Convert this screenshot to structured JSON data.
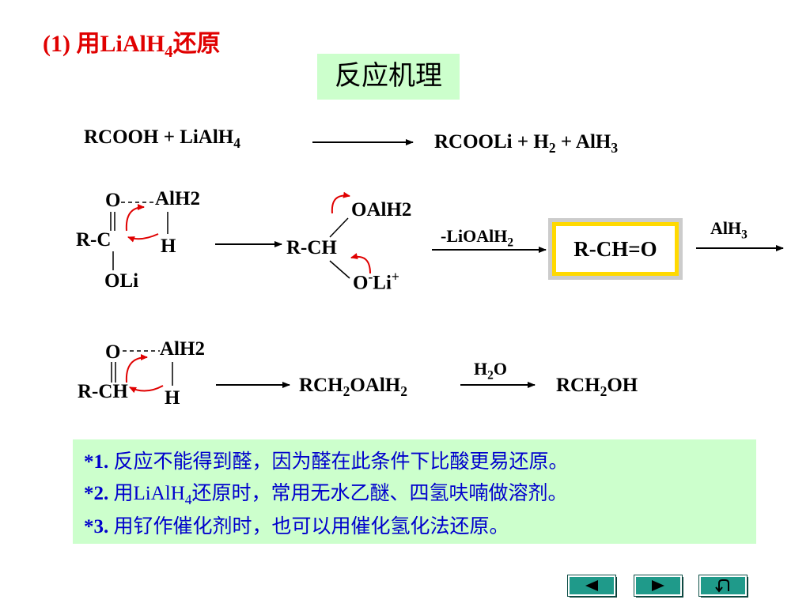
{
  "title": {
    "prefix": "(1) 用LiAlH",
    "sub": "4",
    "suffix": "还原"
  },
  "mechanism_label": "反应机理",
  "eq1": {
    "reactants": {
      "a": "RCOOH  + LiAlH",
      "a_sub": "4"
    },
    "products": {
      "a": "RCOOLi  +  H",
      "a_sub": "2",
      "b": "  +  AlH",
      "b_sub": "3"
    }
  },
  "mech1": {
    "o": "O",
    "alh2": "AlH",
    "alh2_sub": "2",
    "rc": "R-C",
    "h": "H",
    "oli": "OLi",
    "oalh2": "OAlH",
    "oalh2_sub": "2",
    "rch": "R-CH",
    "o_minus": "O",
    "o_minus_sup": "-",
    "li_plus": "Li",
    "li_plus_sup": "+",
    "liOAlH2": "-LiOAlH",
    "liOAlH2_sub": "2",
    "product": "R-CH=O",
    "alh3": "AlH",
    "alh3_sub": "3"
  },
  "mech2": {
    "o": "O",
    "alh2": "AlH",
    "alh2_sub": "2",
    "rch": "R-CH",
    "h": "H",
    "inter": "RCH",
    "inter_sub1": "2",
    "inter_mid": "OAlH",
    "inter_sub2": "2",
    "h2o": "H",
    "h2o_sub": "2",
    "h2o_o": "O",
    "final": "RCH",
    "final_sub": "2",
    "final_end": "OH"
  },
  "notes": [
    {
      "num": "*1.",
      "text": " 反应不能得到醛，因为醛在此条件下比酸更易还原。"
    },
    {
      "num": "*2.",
      "pre": " 用LiAlH",
      "sub": "4",
      "text": "还原时，常用无水乙醚、四氢呋喃做溶剂。"
    },
    {
      "num": "*3.",
      "text": " 用钌作催化剂时，也可以用催化氢化法还原。"
    }
  ],
  "nav": [
    {
      "name": "prev-slide-button",
      "icon": "left-triangle-icon"
    },
    {
      "name": "next-slide-button",
      "icon": "right-triangle-icon"
    },
    {
      "name": "return-button",
      "icon": "return-arrow-icon"
    }
  ],
  "colors": {
    "title": "#e00000",
    "note_text": "#0000cc",
    "note_bg": "#ccffcc",
    "arrow_red": "#e00000",
    "nav": "#1f9a8a",
    "highlight": "#ffd900"
  }
}
